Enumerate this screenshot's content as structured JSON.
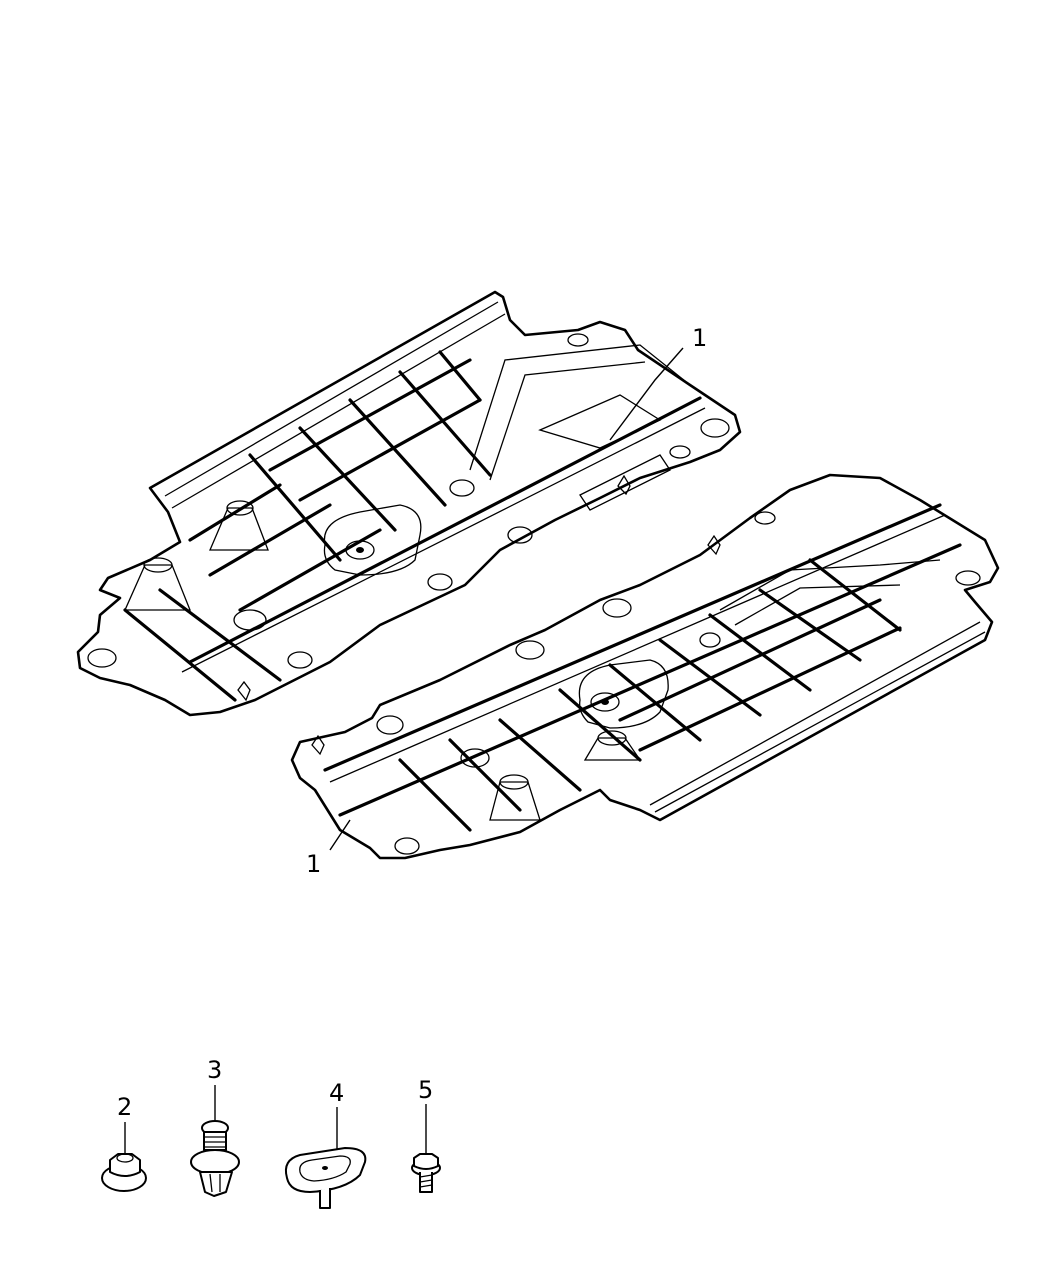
{
  "diagram": {
    "callouts": {
      "shield_left": "1",
      "shield_right": "1",
      "nut": "2",
      "push_pin": "3",
      "clip": "4",
      "bolt": "5"
    }
  }
}
